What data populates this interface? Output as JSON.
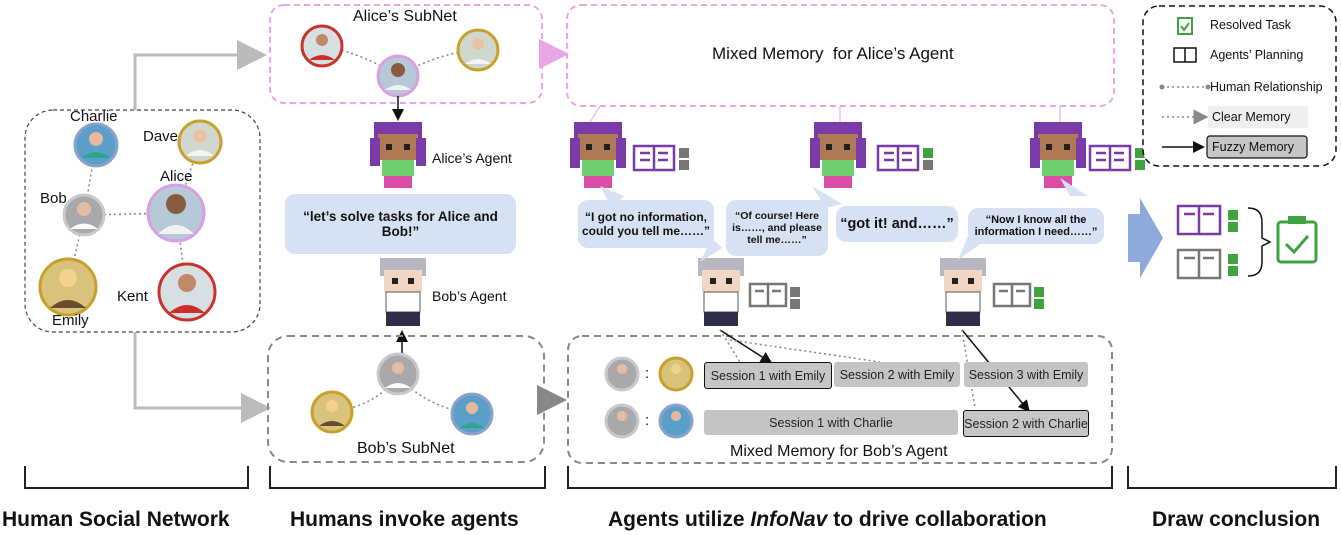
{
  "social_network": {
    "people": [
      "Charlie",
      "Dave",
      "Alice",
      "Bob",
      "Kent",
      "Emily"
    ]
  },
  "alice_subnet": {
    "title": "Alice’s SubNet"
  },
  "bob_subnet": {
    "title": "Bob’s SubNet"
  },
  "agents": {
    "alice": "Alice’s Agent",
    "bob": "Bob’s Agent"
  },
  "center_bubble": "“let’s solve tasks for Alice and Bob!”",
  "memory": {
    "alice": "Mixed Memory  for Alice’s Agent",
    "bob": "Mixed Memory for Bob’s Agent"
  },
  "dialogue": {
    "b1": "“I got no information, could you tell me……”",
    "a1": "“Of course! Here is……, and please tell me……”",
    "b2": "“got it! and……”",
    "a2": "“Now I know all the information I need……”"
  },
  "sessions": {
    "emily": [
      "Session 1 with Emily",
      "Session 2 with Emily",
      "Session 3 with Emily"
    ],
    "charlie": [
      "Session 1 with Charlie",
      "Session 2 with Charlie"
    ],
    "colon": ":"
  },
  "legend": {
    "resolved": "Resolved Task",
    "planning": "Agents’ Planning",
    "human_rel": "Human Relationship",
    "clear": "Clear Memory",
    "fuzzy": "Fuzzy Memory"
  },
  "stages": {
    "s1": "Human Social Network",
    "s2": "Humans invoke agents",
    "s3_pre": "Agents utilize ",
    "s3_em": "InfoNav",
    "s3_post": " to drive collaboration",
    "s4": "Draw conclusion"
  },
  "colors": {
    "alice_purple": "#8b3fb6",
    "pink_dash": "#e9a6e6",
    "bubble": "#d6e2f3",
    "session_grey": "#c4c4c4",
    "check_green": "#3fa33f",
    "arrow_blue": "#8ea9db"
  }
}
